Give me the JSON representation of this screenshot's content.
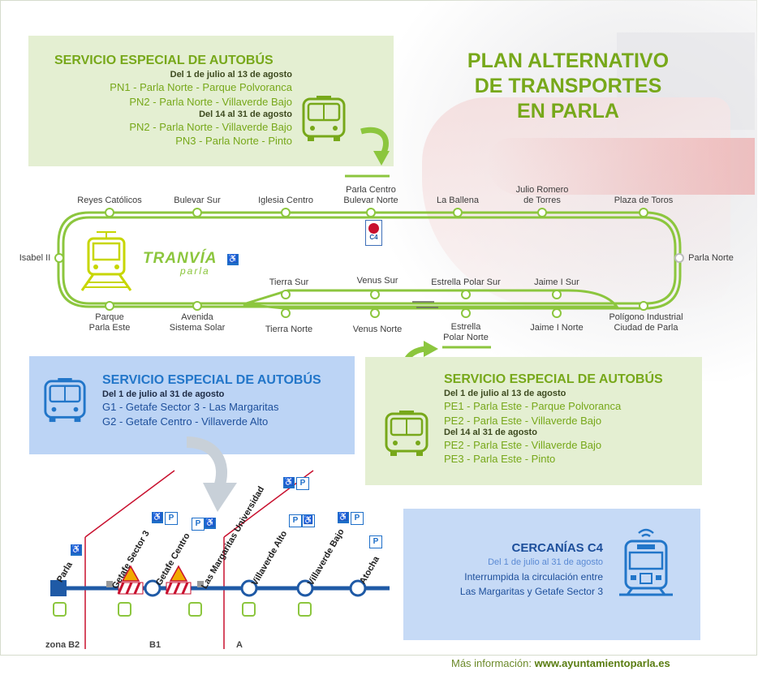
{
  "title": [
    "PLAN ALTERNATIVO",
    "DE TRANSPORTES",
    "EN PARLA"
  ],
  "bus_pn": {
    "heading": "SERVICIO ESPECIAL DE AUTOBÚS",
    "date1": "Del 1 de julio al 13 de agosto",
    "line1": "PN1 - Parla Norte - Parque Polvoranca",
    "line2": "PN2 - Parla Norte - Villaverde Bajo",
    "date2": "Del 14 al 31 de agosto",
    "line3": "PN2 - Parla Norte - Villaverde Bajo",
    "line4": "PN3 - Parla Norte - Pinto"
  },
  "bus_g": {
    "heading": "SERVICIO ESPECIAL DE AUTOBÚS",
    "date1": "Del 1 de julio al 31 de agosto",
    "line1": "G1 - Getafe Sector 3 - Las Margaritas",
    "line2": "G2 - Getafe Centro - Villaverde Alto"
  },
  "bus_pe": {
    "heading": "SERVICIO ESPECIAL DE AUTOBÚS",
    "date1": "Del 1 de julio al 13 de agosto",
    "line1": "PE1 - Parla Este - Parque Polvoranca",
    "line2": "PE2 - Parla Este - Villaverde Bajo",
    "date2": "Del 14 al 31 de agosto",
    "line3": "PE2 - Parla Este - Villaverde Bajo",
    "line4": "PE3 - Parla Este - Pinto"
  },
  "cercanias": {
    "heading": "CERCANÍAS C4",
    "date": "Del 1 de julio al 31 de agosto",
    "line1": "Interrumpida la circulación entre",
    "line2": "Las Margaritas y Getafe Sector 3"
  },
  "tranvia": {
    "logo": "TRANVÍA",
    "sub": "parla"
  },
  "tram_stops": {
    "reyes": "Reyes Católicos",
    "bulevar": "Bulevar Sur",
    "iglesia": "Iglesia Centro",
    "centro1": "Parla Centro",
    "centro2": "Bulevar Norte",
    "ballena": "La Ballena",
    "julio1": "Julio Romero",
    "julio2": "de Torres",
    "plaza": "Plaza de Toros",
    "isabel": "Isabel II",
    "norte": "Parla Norte",
    "tierra_sur": "Tierra Sur",
    "venus_sur": "Venus Sur",
    "estrella_sur": "Estrella Polar Sur",
    "jaime_sur": "Jaime I Sur",
    "parque1": "Parque",
    "parque2": "Parla Este",
    "avenida1": "Avenida",
    "avenida2": "Sistema Solar",
    "tierra_norte": "Tierra Norte",
    "venus_norte": "Venus Norte",
    "estrella1": "Estrella",
    "estrella2": "Polar Norte",
    "jaime_norte": "Jaime I Norte",
    "poligono1": "Polígono Industrial",
    "poligono2": "Ciudad de Parla",
    "c4_badge": "C4"
  },
  "rail_stations": {
    "parla": "Parla",
    "sector3": "Getafe Sector 3",
    "centro": "Getafe Centro",
    "margaritas": "Las Margaritas Universidad",
    "villaverde_alto": "Villaverde Alto",
    "villaverde_bajo": "Villaverde Bajo",
    "atocha": "Atocha"
  },
  "zones": {
    "b2": "zona B2",
    "b1": "B1",
    "a": "A"
  },
  "footer": {
    "label": "Más información:",
    "url": "www.ayuntamientoparla.es"
  },
  "colors": {
    "green": "#77a81a",
    "tram_line": "#8cc63e",
    "rail": "#1f5aa6",
    "red": "#c8102e"
  },
  "icons": [
    "bus-icon",
    "tram-icon",
    "train-icon",
    "wheelchair-icon",
    "parking-icon",
    "arrow-icon",
    "warning-icon"
  ]
}
